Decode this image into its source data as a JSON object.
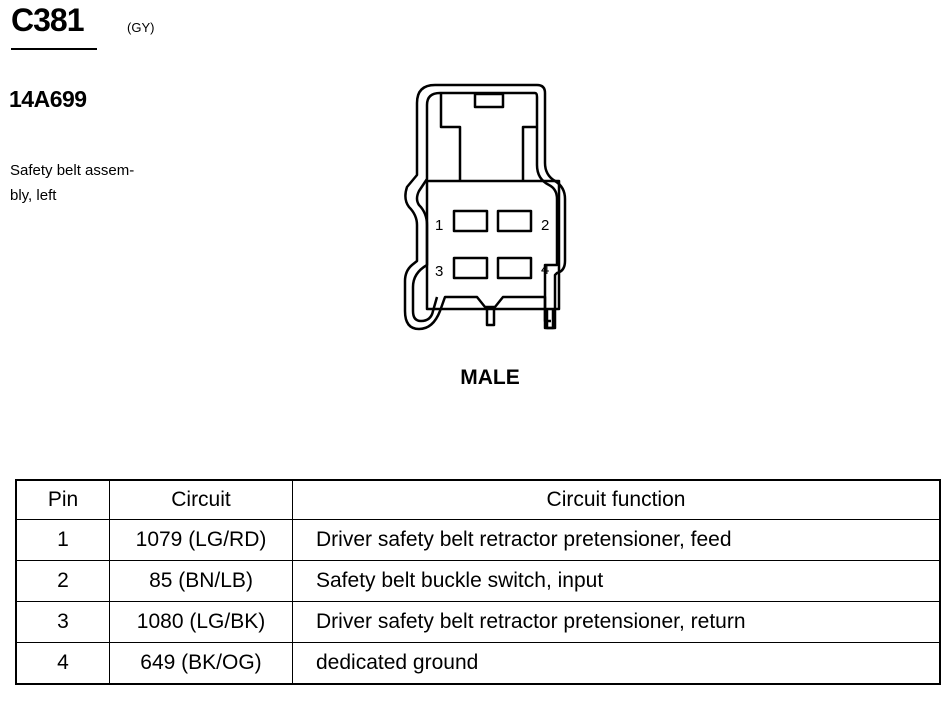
{
  "connector": {
    "id": "C381",
    "color": "(GY)",
    "part_number": "14A699",
    "description_lines": [
      "Safety belt assem-",
      "bly, left"
    ],
    "gender": "MALE",
    "pin_labels": [
      "1",
      "2",
      "3",
      "4"
    ]
  },
  "table": {
    "headers": {
      "pin": "Pin",
      "circuit": "Circuit",
      "function": "Circuit function"
    },
    "rows": [
      {
        "pin": "1",
        "circuit": "1079 (LG/RD)",
        "function": "Driver safety belt retractor pretensioner, feed"
      },
      {
        "pin": "2",
        "circuit": "85 (BN/LB)",
        "function": "Safety belt buckle switch, input"
      },
      {
        "pin": "3",
        "circuit": "1080 (LG/BK)",
        "function": "Driver safety belt retractor pretensioner, return"
      },
      {
        "pin": "4",
        "circuit": "649 (BK/OG)",
        "function": "dedicated ground"
      }
    ]
  }
}
